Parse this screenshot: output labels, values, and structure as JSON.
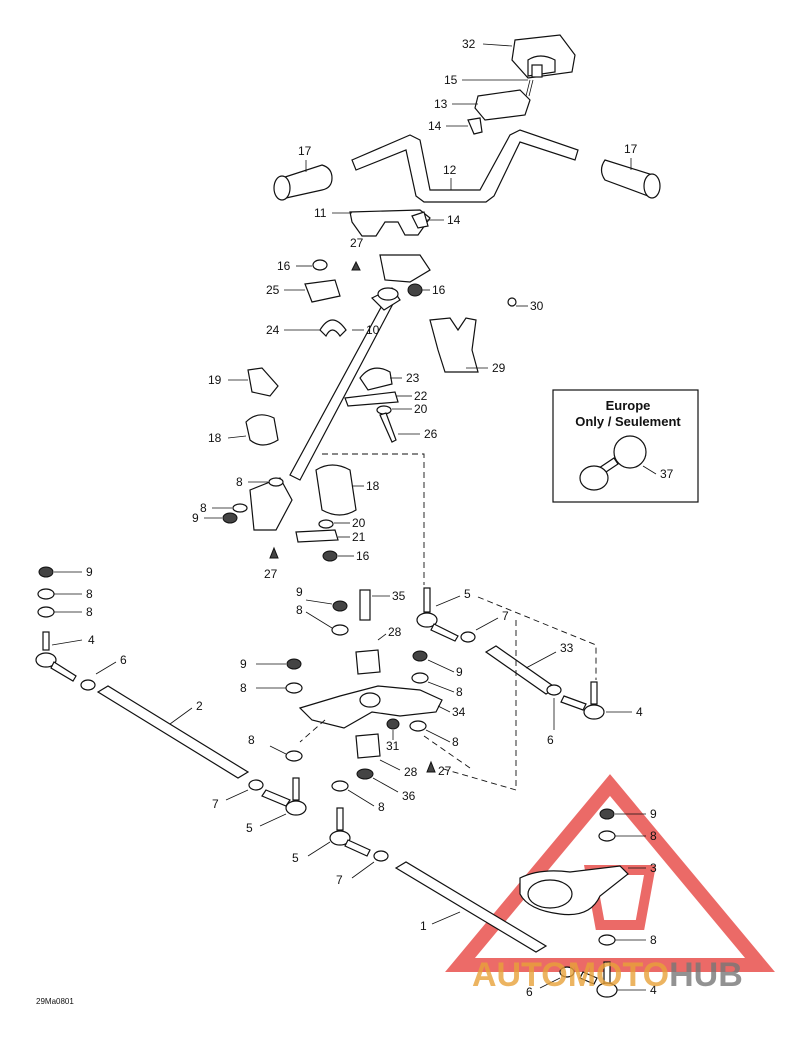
{
  "diagram": {
    "ref_code": "29Ma0801",
    "inset": {
      "line1": "Europe",
      "line2": "Only / Seulement",
      "part": "37"
    },
    "watermark": {
      "part1": "AUTO",
      "part2": "MOTO",
      "part3": "HUB",
      "color_primary": "#e8a23a",
      "color_secondary": "#777777",
      "color_triangle": "#e53935"
    },
    "callouts": [
      "1",
      "2",
      "3",
      "4",
      "5",
      "6",
      "7",
      "8",
      "9",
      "10",
      "11",
      "12",
      "13",
      "14",
      "15",
      "16",
      "17",
      "18",
      "19",
      "20",
      "21",
      "22",
      "23",
      "24",
      "25",
      "26",
      "27",
      "28",
      "29",
      "30",
      "31",
      "32",
      "33",
      "34",
      "35",
      "36",
      "37"
    ]
  }
}
